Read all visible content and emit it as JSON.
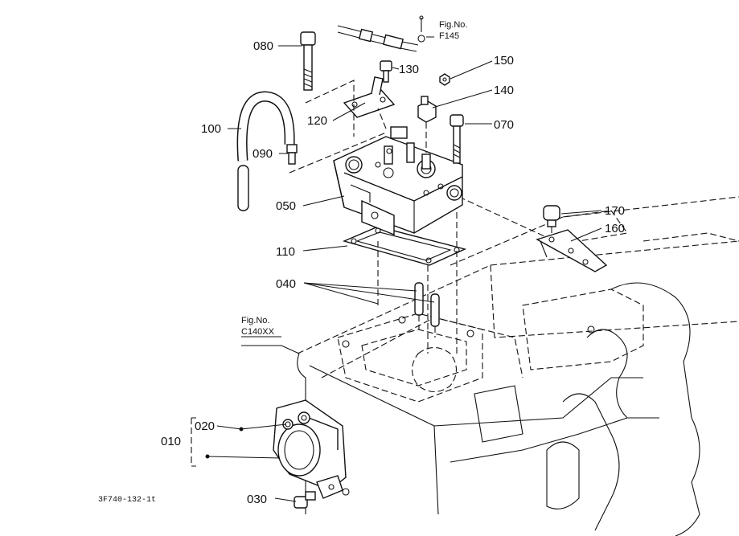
{
  "labels": {
    "p080": "080",
    "p130": "130",
    "p150": "150",
    "p140": "140",
    "p120": "120",
    "p100": "100",
    "p090": "090",
    "p070": "070",
    "p050": "050",
    "p170": "170",
    "p160": "160",
    "p110": "110",
    "p040": "040",
    "p020": "020",
    "p010": "010",
    "p030": "030"
  },
  "refs": {
    "top_line1": "Fig.No.",
    "top_line2": "F145",
    "side_line1": "Fig.No.",
    "side_line2": "C140XX"
  },
  "drawing_code": "3F740-132-1t"
}
